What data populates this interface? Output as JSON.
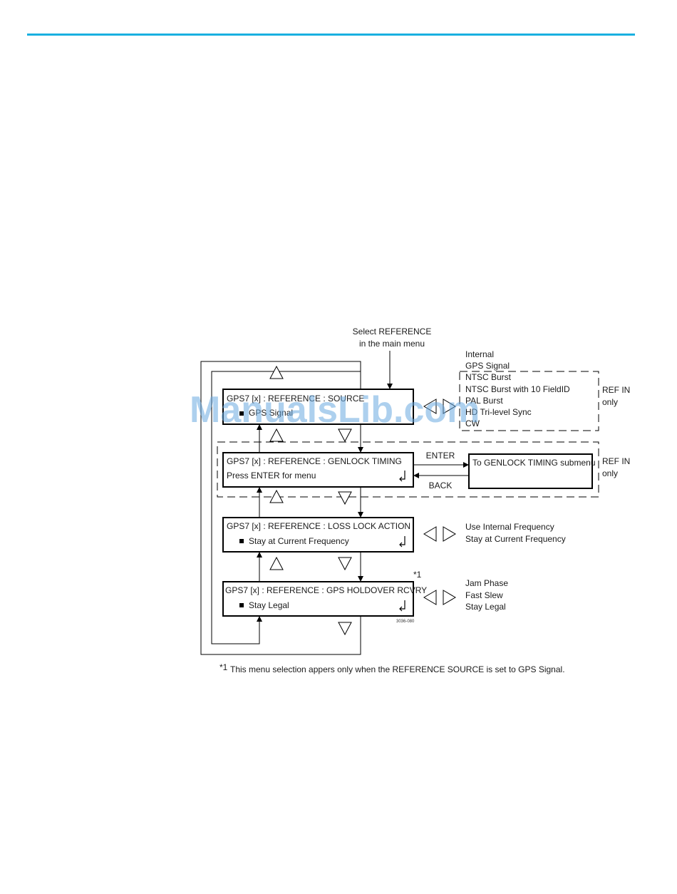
{
  "colors": {
    "top_rule": "#19b0e0",
    "watermark": "#6aa9e0",
    "line": "#000000"
  },
  "entry": {
    "line1": "Select REFERENCE",
    "line2": "in the main menu"
  },
  "menus": {
    "source": {
      "title": "GPS7 [x] : REFERENCE : SOURCE",
      "value": "GPS Signal"
    },
    "genlock": {
      "title": "GPS7 [x] : REFERENCE : GENLOCK TIMING",
      "value": "Press ENTER for menu"
    },
    "losslock": {
      "title": "GPS7 [x] : REFERENCE : LOSS LOCK ACTION",
      "value": "Stay at Current Frequency"
    },
    "holdover": {
      "title": "GPS7 [x] : REFERENCE : GPS HOLDOVER RCVRY",
      "value": "Stay Legal",
      "marker": "*1"
    }
  },
  "source_options": [
    "Internal",
    "GPS Signal",
    "NTSC Burst",
    "NTSC Burst with 10 FieldID",
    "PAL Burst",
    "HD Tri-level Sync",
    "CW"
  ],
  "ref_in_note": {
    "line1": "REF IN",
    "line2": "only"
  },
  "genlock_nav": {
    "enter": "ENTER",
    "back": "BACK",
    "submenu": "To GENLOCK TIMING submenu"
  },
  "losslock_options": [
    "Use Internal Frequency",
    "Stay at Current Frequency"
  ],
  "holdover_options": [
    "Jam Phase",
    "Fast Slew",
    "Stay Legal"
  ],
  "figure_id": "3036-080",
  "footnote": {
    "marker": "*1",
    "text": "This menu selection appers only when the REFERENCE SOURCE is set to GPS Signal."
  },
  "watermark": "ManualsLib.com",
  "icons": [
    "up-triangle-icon",
    "down-triangle-icon",
    "left-triangle-icon",
    "right-triangle-icon",
    "enter-return-icon",
    "bullet-square-icon"
  ]
}
